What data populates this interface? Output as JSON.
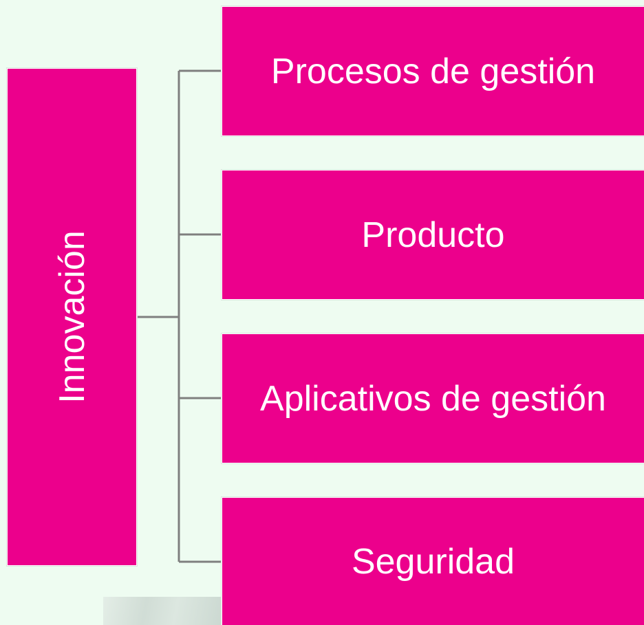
{
  "diagram": {
    "root": {
      "label": "Innovación"
    },
    "children": [
      {
        "label": "Procesos de gestión"
      },
      {
        "label": "Producto"
      },
      {
        "label": "Aplicativos de gestión"
      },
      {
        "label": "Seguridad"
      }
    ]
  },
  "colors": {
    "box_fill": "#ec008c",
    "text": "#ffffff",
    "connector": "#7f7f7f",
    "background": "#eefcf1"
  }
}
